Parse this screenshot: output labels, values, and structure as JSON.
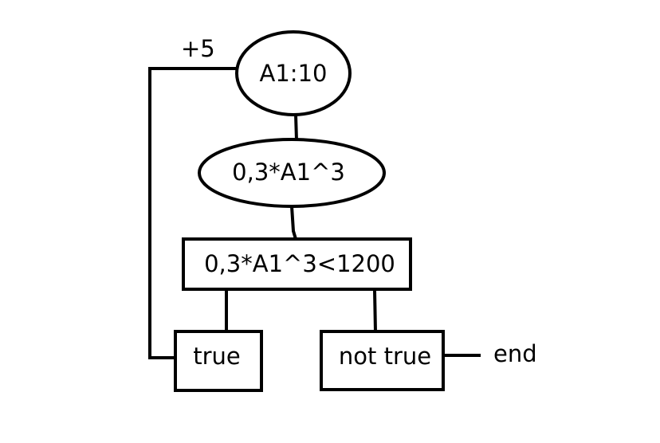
{
  "diagram": {
    "nodes": {
      "start": "A1:10",
      "compute": "0,3*A1^3",
      "condition": "0,3*A1^3<1200",
      "true_branch": "true",
      "false_branch": "not true",
      "end": "end"
    },
    "edges": {
      "loop_increment": "+5"
    },
    "colors": {
      "stroke": "#000000",
      "background": "#ffffff"
    }
  }
}
